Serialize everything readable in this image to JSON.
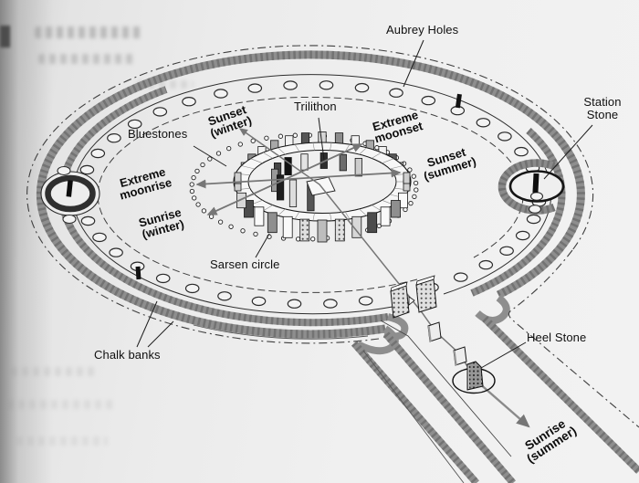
{
  "labels": {
    "aubrey_holes": "Aubrey Holes",
    "station_stone_line1": "Station",
    "station_stone_line2": "Stone",
    "trilithon": "Trilithon",
    "bluestones": "Bluestones",
    "sarsen_circle": "Sarsen circle",
    "chalk_banks": "Chalk banks",
    "heel_stone": "Heel Stone"
  },
  "alignments": {
    "sunset_winter": {
      "line1": "Sunset",
      "line2": "(winter)"
    },
    "extreme_moonrise": {
      "line1": "Extreme",
      "line2": "moonrise"
    },
    "sunrise_winter": {
      "line1": "Sunrise",
      "line2": "(winter)"
    },
    "extreme_moonset": {
      "line1": "Extreme",
      "line2": "moonset"
    },
    "sunset_summer": {
      "line1": "Sunset",
      "line2": "(summer)"
    },
    "sunrise_summer": {
      "line1": "Sunrise",
      "line2": "(summer)"
    }
  },
  "colors": {
    "page": "#ececec",
    "chalk_band": "#8e8e8e",
    "band_texture": "#575757",
    "ink": "#141414",
    "alignment_arrow": "#767676",
    "stone_dark": "#0d0d0d"
  }
}
